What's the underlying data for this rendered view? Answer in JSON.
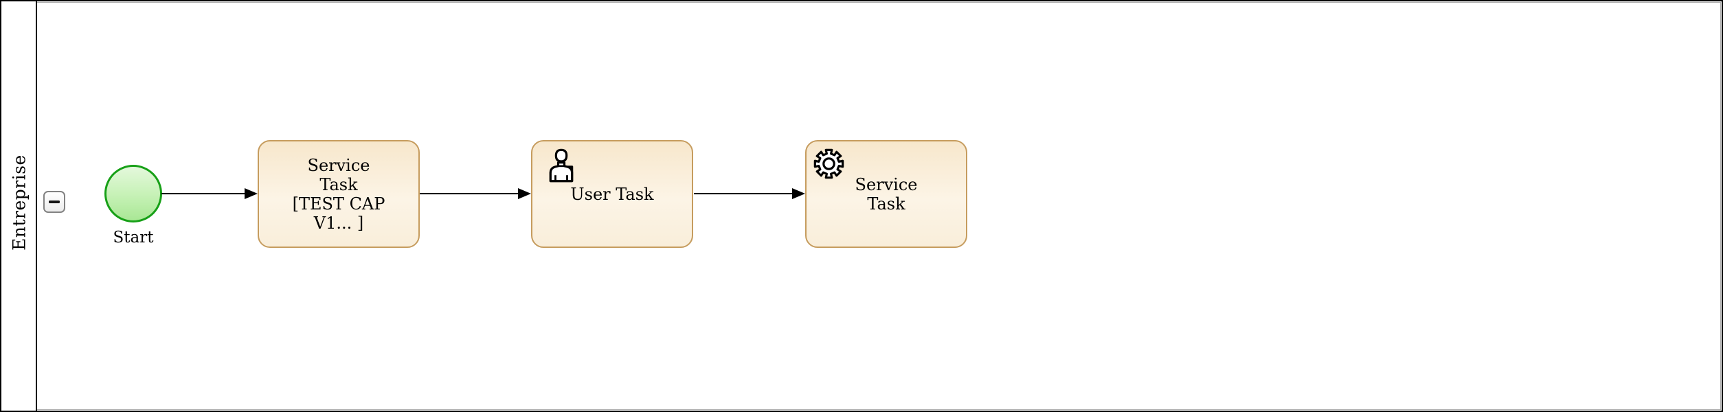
{
  "diagram": {
    "type": "bpmn-process",
    "pool": {
      "label": "Entreprise",
      "collapse_button": {
        "icon": "minus-icon",
        "state": "expanded"
      }
    },
    "start_event": {
      "label": "Start"
    },
    "tasks": [
      {
        "id": "service-task-1",
        "icon": "none",
        "lines": [
          "Service",
          "Task",
          "[TEST CAP",
          "V1... ]"
        ]
      },
      {
        "id": "user-task",
        "icon": "user-icon",
        "lines": [
          "User Task"
        ]
      },
      {
        "id": "service-task-2",
        "icon": "gear-icon",
        "lines": [
          "Service",
          "Task"
        ]
      }
    ],
    "flows": [
      {
        "from": "start-event",
        "to": "service-task-1"
      },
      {
        "from": "service-task-1",
        "to": "user-task"
      },
      {
        "from": "user-task",
        "to": "service-task-2"
      }
    ],
    "colors": {
      "task_border": "#c69c5e",
      "task_fill_top": "#f7e7cc",
      "task_fill_bottom": "#f9eeda",
      "start_event_border": "#17a017",
      "start_event_fill_top": "#e4f8dc",
      "start_event_fill_bottom": "#a9e795",
      "flow_arrow": "#000000",
      "pool_border": "#000000",
      "lane_inner_border": "#b0b0b0"
    }
  }
}
